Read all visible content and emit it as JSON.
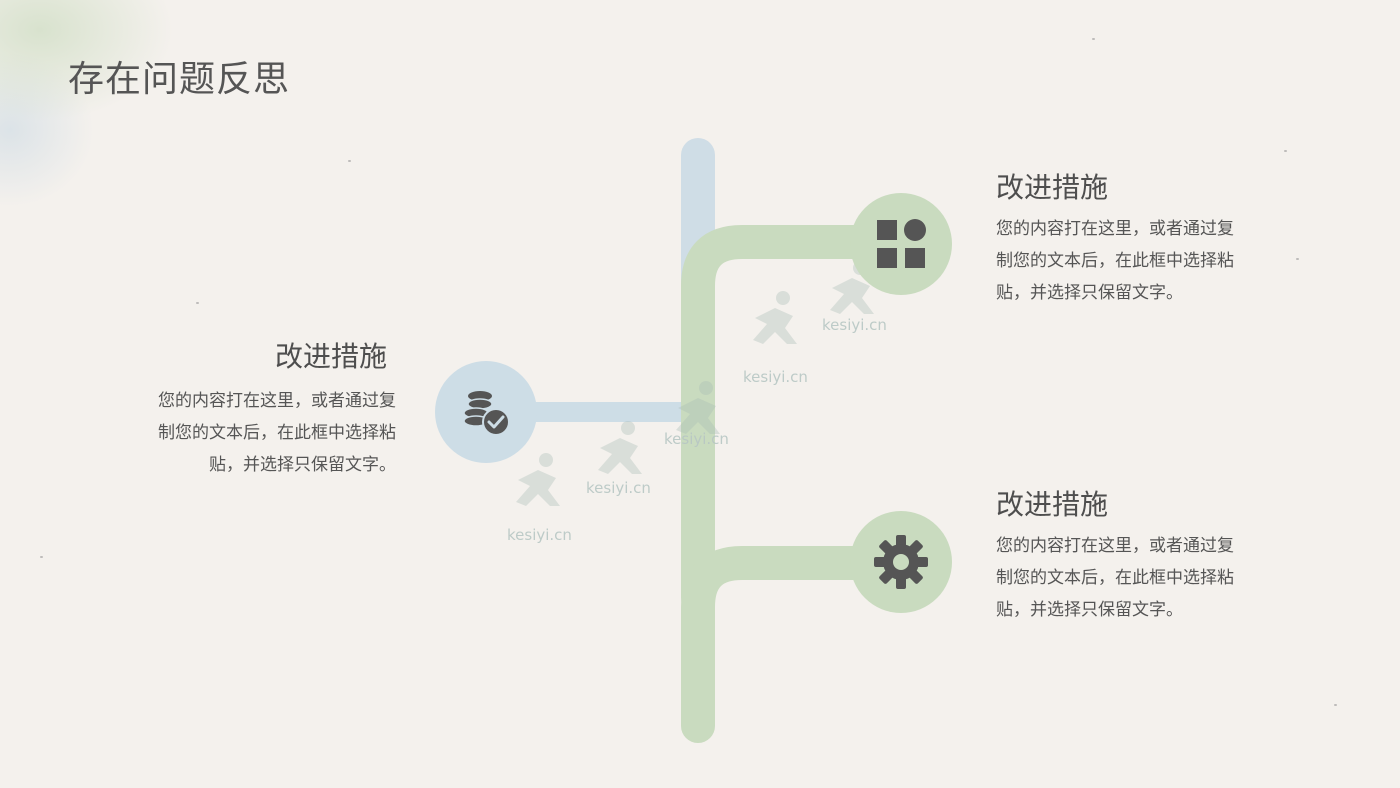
{
  "slide": {
    "title": "存在问题反思"
  },
  "items": [
    {
      "heading": "改进措施",
      "body": "您的内容打在这里，或者通过复制您的文本后，在此框中选择粘贴，并选择只保留文字。",
      "icon": "grid-icon",
      "color": "#c9dbbf"
    },
    {
      "heading": "改进措施",
      "body": "您的内容打在这里，或者通过复制您的文本后，在此框中选择粘贴，并选择只保留文字。",
      "icon": "coins-check-icon",
      "color": "#cddde6"
    },
    {
      "heading": "改进措施",
      "body": "您的内容打在这里，或者通过复制您的文本后，在此框中选择粘贴，并选择只保留文字。",
      "icon": "gear-icon",
      "color": "#c9dbbf"
    }
  ],
  "watermark": {
    "text": "kesiyi.cn"
  },
  "colors": {
    "green": "#c9dbbf",
    "blue": "#cddde6",
    "icon": "#555555",
    "background": "#f4f1ed"
  }
}
